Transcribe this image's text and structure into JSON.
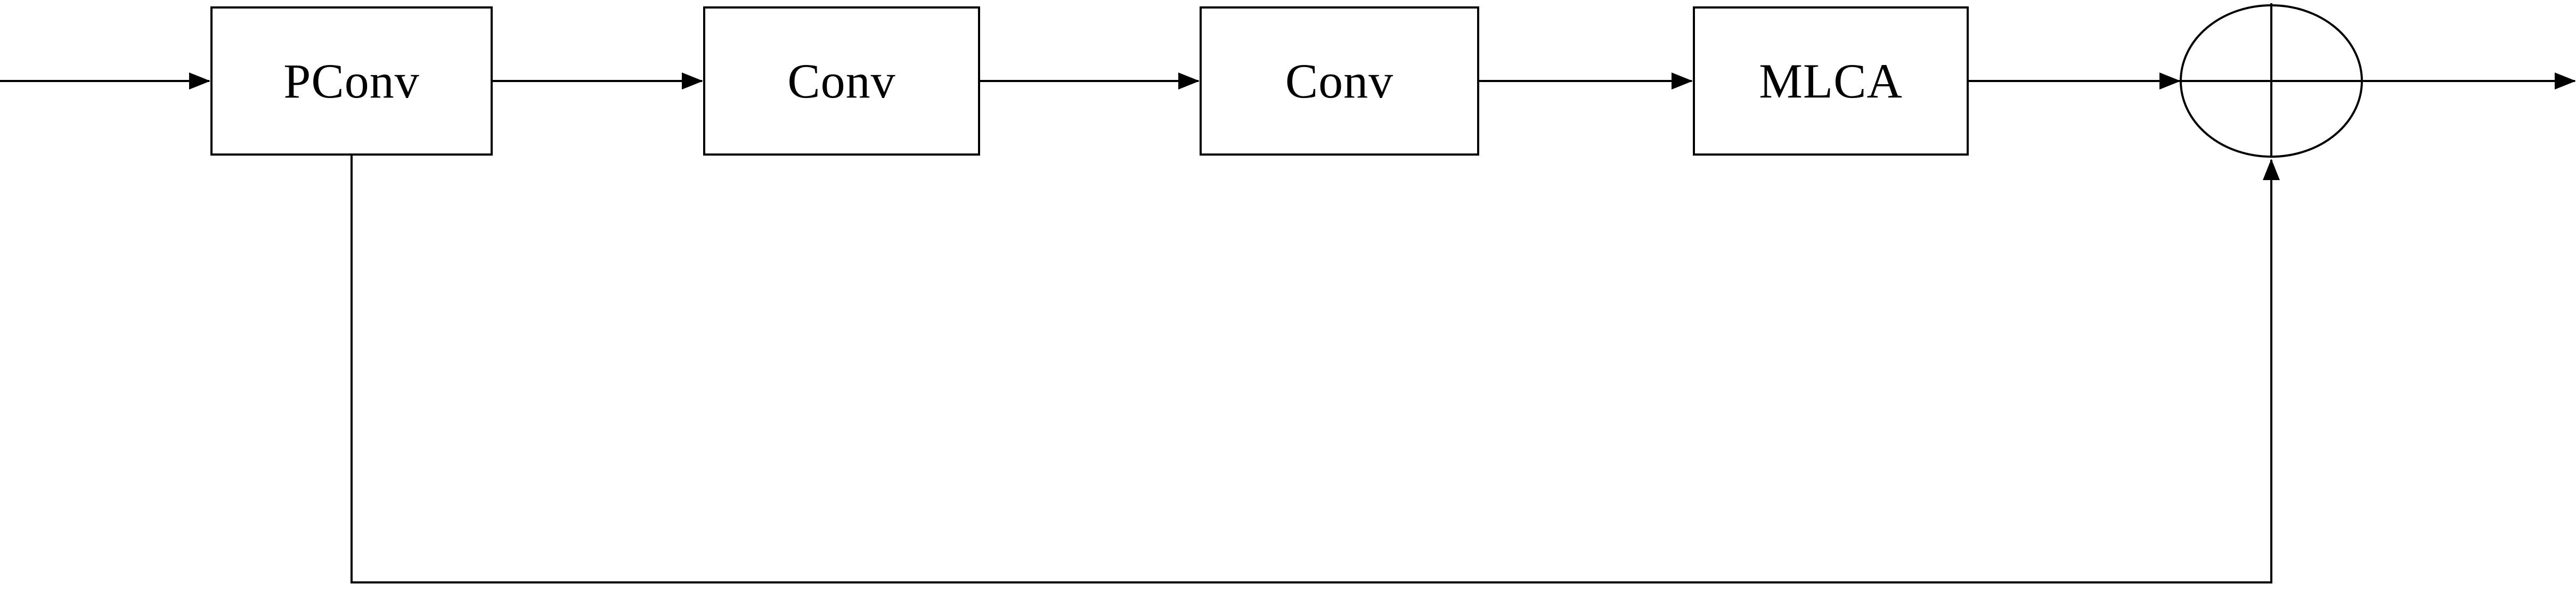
{
  "diagram": {
    "type": "block-diagram",
    "description": "Residual block: input passes through PConv, Conv, Conv, MLCA, then is summed with a skip connection from PConv output at a plus-in-circle junction",
    "nodes": {
      "pconv": {
        "label": "PConv"
      },
      "conv1": {
        "label": "Conv"
      },
      "conv2": {
        "label": "Conv"
      },
      "mlca": {
        "label": "MLCA"
      },
      "sum": {
        "symbol": "plus-in-circle"
      }
    },
    "edges": [
      {
        "from": "input",
        "to": "pconv",
        "style": "arrow"
      },
      {
        "from": "pconv",
        "to": "conv1",
        "style": "arrow"
      },
      {
        "from": "conv1",
        "to": "conv2",
        "style": "arrow"
      },
      {
        "from": "conv2",
        "to": "mlca",
        "style": "arrow"
      },
      {
        "from": "mlca",
        "to": "sum",
        "style": "arrow"
      },
      {
        "from": "sum",
        "to": "output",
        "style": "arrow"
      },
      {
        "from": "pconv",
        "to": "sum",
        "style": "arrow",
        "type": "skip-connection",
        "route": "down-right-up"
      }
    ],
    "colors": {
      "stroke": "#000000",
      "background": "#ffffff",
      "box_fill": "#ffffff"
    }
  }
}
